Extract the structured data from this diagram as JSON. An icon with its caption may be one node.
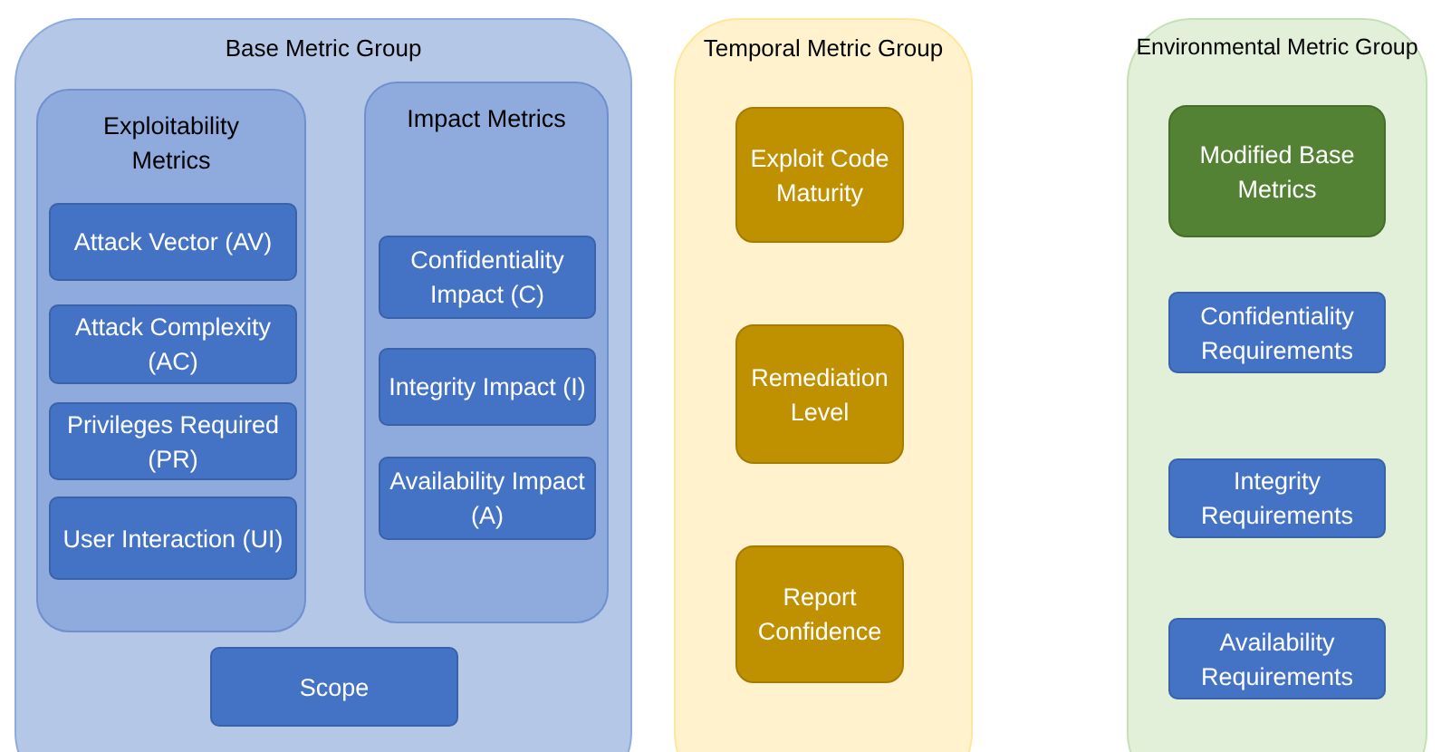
{
  "diagram": {
    "nodes": [
      {
        "text": [
          "Base Metric Group"
        ]
      },
      {
        "text": [
          "Exploitability Metrics"
        ],
        "in": 0
      },
      {
        "text": [
          "Attack Vector (AV)"
        ],
        "in": 1
      },
      {
        "text": [
          "Attack Complexity (AC)"
        ],
        "in": 1
      },
      {
        "text": [
          "Privileges Required (PR)"
        ],
        "in": 1
      },
      {
        "text": [
          "User Interaction (UI)"
        ],
        "in": 1
      },
      {
        "text": [
          "Impact Metrics"
        ],
        "in": 0
      },
      {
        "text": [
          "Confidentiality Impact (C)"
        ],
        "in": 6
      },
      {
        "text": [
          "Integrity Impact (I)"
        ],
        "in": 6
      },
      {
        "text": [
          "Availability Impact (A)"
        ],
        "in": 6
      },
      {
        "text": [
          "Scope"
        ],
        "in": 0
      },
      {
        "text": [
          "Temporal Metric Group"
        ]
      },
      {
        "text": [
          "Exploit Code Maturity"
        ],
        "in": 11
      },
      {
        "text": [
          "Remediation Level"
        ],
        "in": 11
      },
      {
        "text": [
          "Report Confidence"
        ],
        "in": 11
      },
      {
        "text": [
          "Environmental Metric Group"
        ]
      },
      {
        "text": [
          "Modified Base Metrics"
        ],
        "in": 15
      },
      {
        "text": [
          "Confidentiality Requirements"
        ],
        "in": 15
      },
      {
        "text": [
          "Integrity Requirements"
        ],
        "in": 15
      },
      {
        "text": [
          "Availability Requirements"
        ],
        "in": 15
      }
    ]
  }
}
